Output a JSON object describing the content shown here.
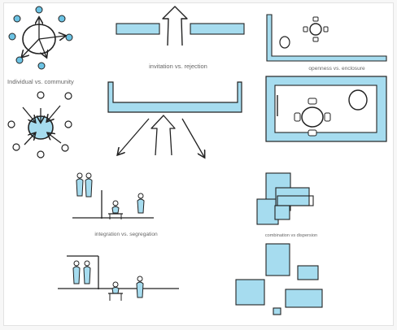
{
  "captions": {
    "individual_community": "Individual vs. community",
    "invitation_rejection": "invitation vs. rejection",
    "openness_enclosure": "openness vs. enclosure",
    "integration_segregation": "integration vs. segregation",
    "combination_dispersion": "combination vs dispersion"
  },
  "colors": {
    "accent_fill": "#a6dcef",
    "accent_dot": "#6cc3e4",
    "ink": "#222222",
    "caption": "#666666"
  }
}
